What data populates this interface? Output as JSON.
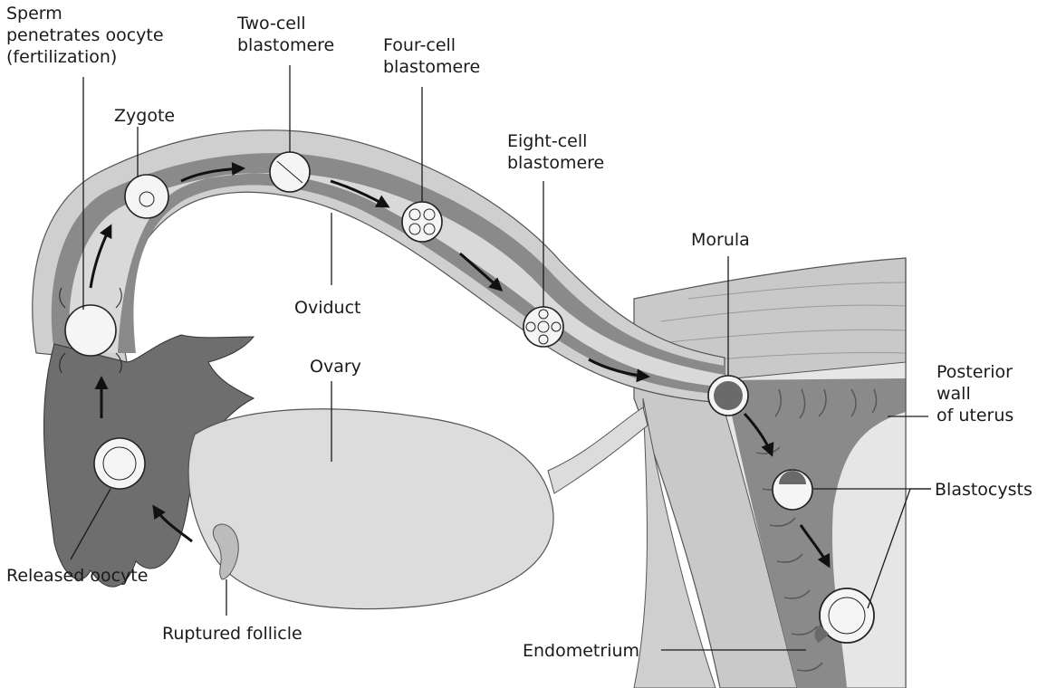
{
  "labels": {
    "sperm": [
      "Sperm",
      "penetrates oocyte",
      "(fertilization)"
    ],
    "zygote": [
      "Zygote"
    ],
    "two_cell": [
      "Two-cell",
      "blastomere"
    ],
    "four_cell": [
      "Four-cell",
      "blastomere"
    ],
    "eight_cell": [
      "Eight-cell",
      "blastomere"
    ],
    "oviduct": [
      "Oviduct"
    ],
    "ovary": [
      "Ovary"
    ],
    "morula": [
      "Morula"
    ],
    "posterior_wall": [
      "Posterior",
      "wall",
      "of uterus"
    ],
    "blastocysts": [
      "Blastocysts"
    ],
    "released_oocyte": [
      "Released oocyte"
    ],
    "ruptured_follicle": [
      "Ruptured follicle"
    ],
    "endometrium": [
      "Endometrium"
    ]
  },
  "colors": {
    "tube_outer": "#cfcfcf",
    "tube_wall": "#8a8a8a",
    "lumen": "#d9d9d9",
    "uterus_muscle": "#c9c9c9",
    "uterus_light": "#e6e6e6",
    "ovary": "#dcdcdc",
    "fimbriae": "#6e6e6e",
    "embryo_fill": "#f5f5f5",
    "ink": "#1a1a1a"
  }
}
